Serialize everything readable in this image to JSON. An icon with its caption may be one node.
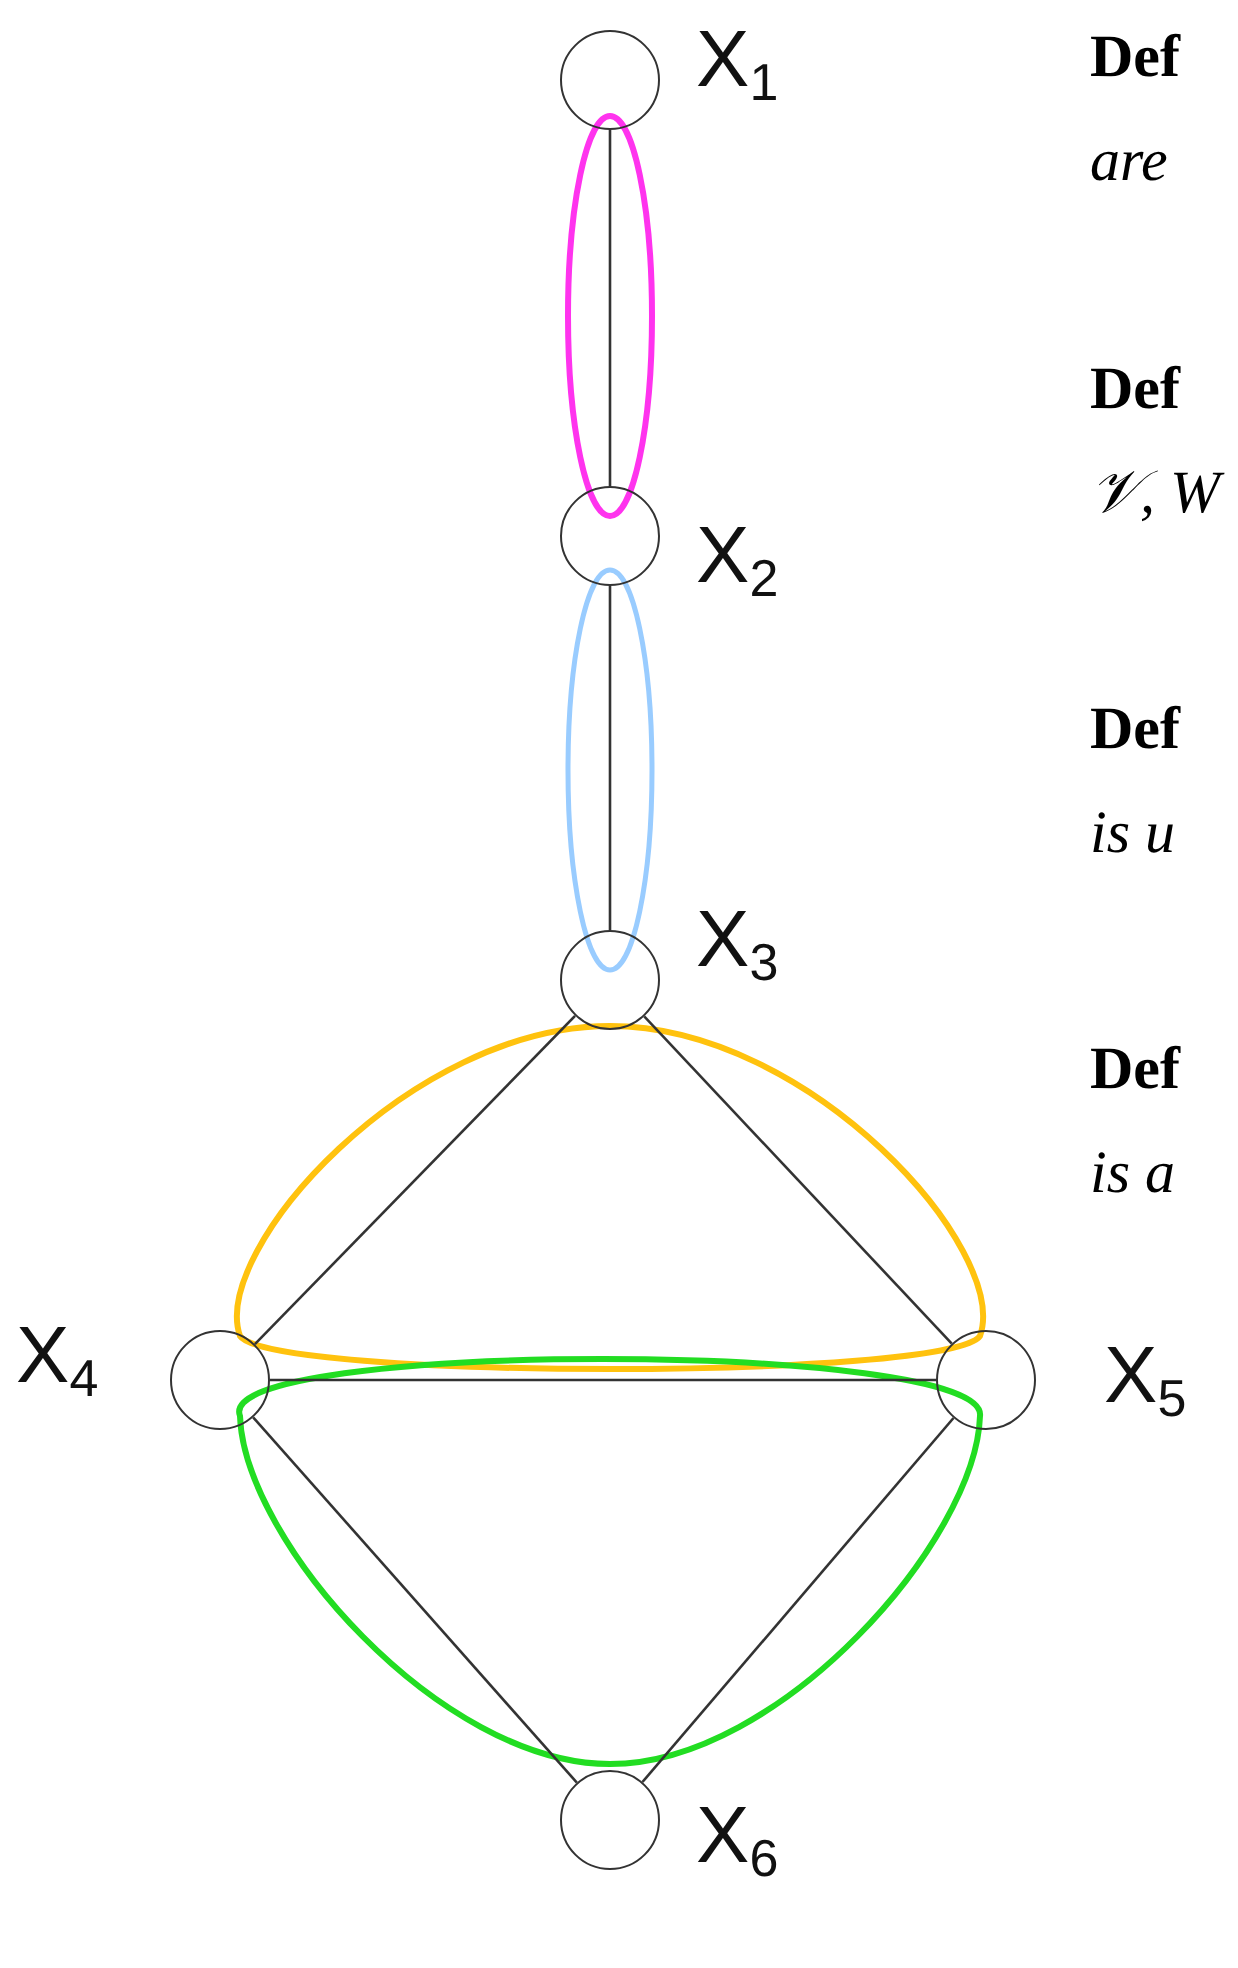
{
  "diagram": {
    "nodes": [
      {
        "text": [],
        "shape": "circle",
        "beside": [
          "X$_{1}$"
        ]
      },
      {
        "text": [],
        "shape": "circle",
        "beside": [
          "X$_{2}$"
        ]
      },
      {
        "text": [],
        "shape": "circle",
        "beside": [
          "X$_{3}$"
        ]
      },
      {
        "text": [],
        "shape": "circle",
        "beside": [
          "X$_{4}$"
        ]
      },
      {
        "text": [],
        "shape": "circle",
        "beside": [
          "X$_{5}$"
        ]
      },
      {
        "text": [],
        "shape": "circle",
        "beside": [
          "X$_{6}$"
        ]
      }
    ],
    "edges": [
      {
        "from": 0,
        "to": 1,
        "arrow": "none"
      },
      {
        "from": 1,
        "to": 2,
        "arrow": "none"
      },
      {
        "from": 2,
        "to": 3,
        "arrow": "none"
      },
      {
        "from": 2,
        "to": 4,
        "arrow": "none"
      },
      {
        "from": 3,
        "to": 4,
        "arrow": "none"
      },
      {
        "from": 3,
        "to": 5,
        "arrow": "none"
      },
      {
        "from": 4,
        "to": 5,
        "arrow": "none"
      }
    ],
    "labels": [
      "Def",
      "are",
      "Def",
      "𝒱, W",
      "Def",
      "is u",
      "Def",
      "is a"
    ]
  }
}
